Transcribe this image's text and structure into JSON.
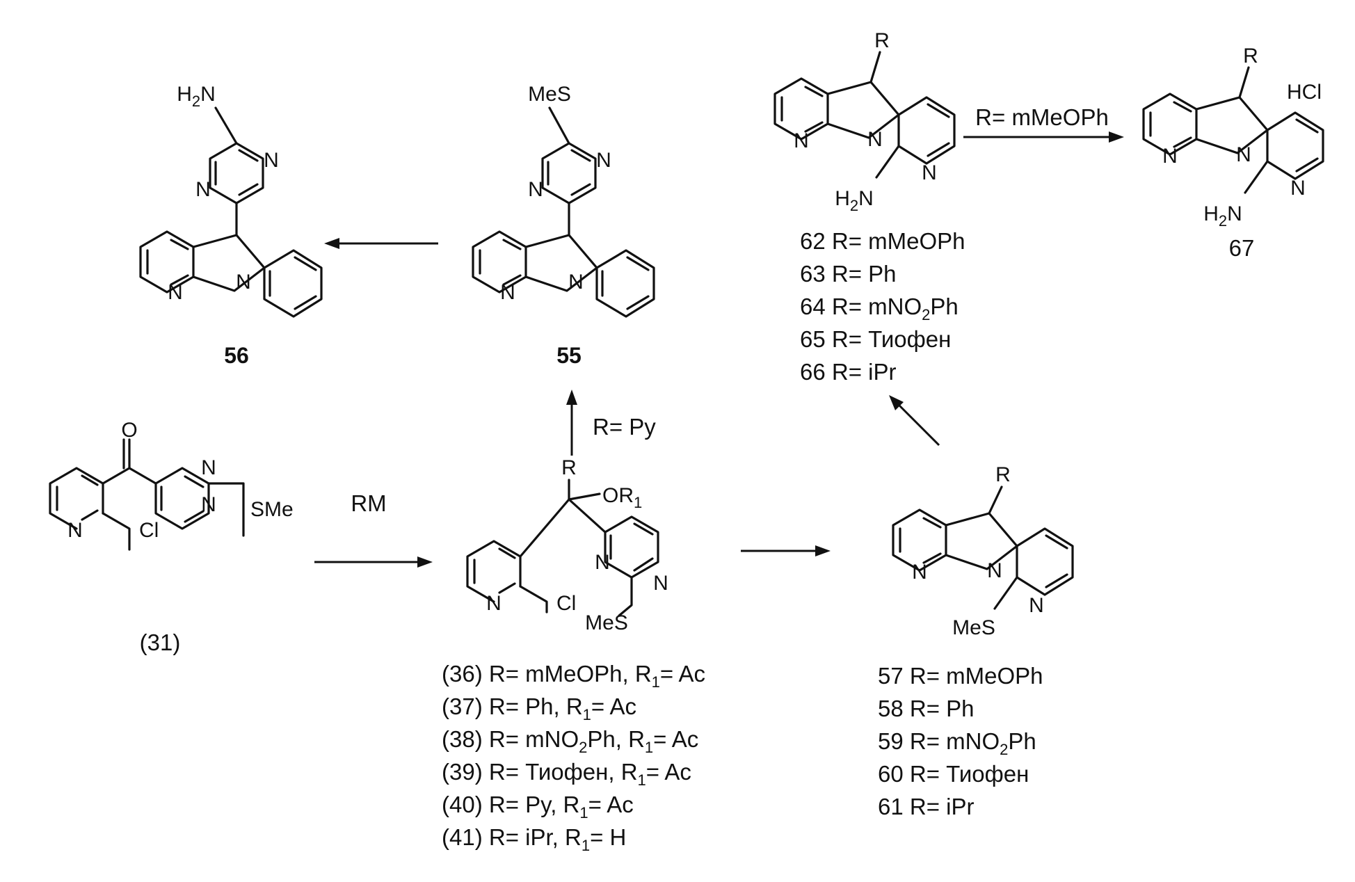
{
  "compounds": {
    "c31": {
      "label": "(31)",
      "atoms": {
        "o": "O",
        "n1": "N",
        "cl": "Cl",
        "n2": "N",
        "n3": "N",
        "sme": "SMe"
      }
    },
    "c36_41": {
      "atoms": {
        "r": "R",
        "or1": "OR",
        "or1_sub": "1",
        "n1": "N",
        "cl": "Cl",
        "n2": "N",
        "n3": "N",
        "mes": "MeS"
      },
      "variants": [
        {
          "id": "(36)",
          "r": "R= mMeOPh, R",
          "r1": "= Ac"
        },
        {
          "id": "(37)",
          "r": "R= Ph, R",
          "r1": "= Ac"
        },
        {
          "id": "(38)",
          "r_pre": "R= mNO",
          "r_post": "Ph, R",
          "r1": "= Ac"
        },
        {
          "id": "(39)",
          "r": "R= Тиофен,  R",
          "r1": "= Ac"
        },
        {
          "id": "(40)",
          "r": "R= Py, R",
          "r1": "= Ac"
        },
        {
          "id": "(41)",
          "r": "R= iPr, R",
          "r1": "= H"
        }
      ]
    },
    "c55": {
      "label": "55",
      "atoms": {
        "mes": "MeS",
        "n1": "N",
        "n2": "N",
        "n3": "N",
        "n4": "N"
      }
    },
    "c56": {
      "label": "56",
      "atoms": {
        "h2n": "H",
        "h2n_sub": "2",
        "h2n_n": "N",
        "n1": "N",
        "n2": "N",
        "n3": "N",
        "n4": "N"
      }
    },
    "c57_61": {
      "atoms": {
        "r": "R",
        "n1": "N",
        "n2": "N",
        "n3": "N",
        "mes": "MeS"
      },
      "variants": [
        {
          "id": "57",
          "r": "R= mMeOPh"
        },
        {
          "id": "58",
          "r": "R= Ph"
        },
        {
          "id": "59",
          "r_pre": "R= mNO",
          "r_post": "Ph"
        },
        {
          "id": "60",
          "r": "R= Тиофен"
        },
        {
          "id": "61",
          "r": "R= iPr"
        }
      ]
    },
    "c62_66": {
      "atoms": {
        "r": "R",
        "n1": "N",
        "n2": "N",
        "n3": "N",
        "h2n": "H",
        "h2n_sub": "2",
        "h2n_n": "N"
      },
      "variants": [
        {
          "id": "62",
          "r": "R= mMeOPh"
        },
        {
          "id": "63",
          "r": "R= Ph"
        },
        {
          "id": "64",
          "r_pre": "R= mNO",
          "r_post": "Ph"
        },
        {
          "id": "65",
          "r": "R= Тиофен"
        },
        {
          "id": "66",
          "r": "R= iPr"
        }
      ]
    },
    "c67": {
      "label": "67",
      "atoms": {
        "r": "R",
        "hcl": "HCl",
        "n1": "N",
        "n2": "N",
        "n3": "N",
        "h2n": "H",
        "h2n_sub": "2",
        "h2n_n": "N"
      }
    }
  },
  "arrows": {
    "to_36": "RM",
    "to_55": "R= Py",
    "to_67": "R= mMeOPh"
  }
}
